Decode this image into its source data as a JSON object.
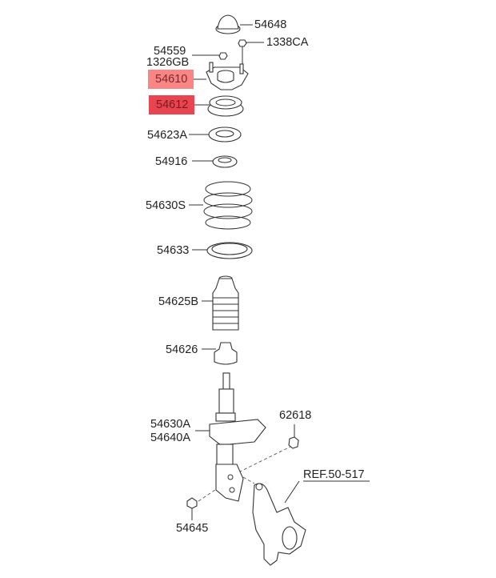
{
  "parts": [
    {
      "id": "54648",
      "label": "54648"
    },
    {
      "id": "1338CA",
      "label": "1338CA"
    },
    {
      "id": "54559",
      "label": "54559"
    },
    {
      "id": "1326GB",
      "label": "1326GB"
    },
    {
      "id": "54610",
      "label": "54610",
      "highlight": "#f98585"
    },
    {
      "id": "54612",
      "label": "54612",
      "highlight": "#e84550"
    },
    {
      "id": "54623A",
      "label": "54623A"
    },
    {
      "id": "54916",
      "label": "54916"
    },
    {
      "id": "54630S",
      "label": "54630S"
    },
    {
      "id": "54633",
      "label": "54633"
    },
    {
      "id": "54625B",
      "label": "54625B"
    },
    {
      "id": "54626",
      "label": "54626"
    },
    {
      "id": "54630A",
      "label": "54630A"
    },
    {
      "id": "54640A",
      "label": "54640A"
    },
    {
      "id": "62618",
      "label": "62618"
    },
    {
      "id": "REF.50-517",
      "label": "REF.50-517"
    },
    {
      "id": "54645",
      "label": "54645"
    }
  ]
}
